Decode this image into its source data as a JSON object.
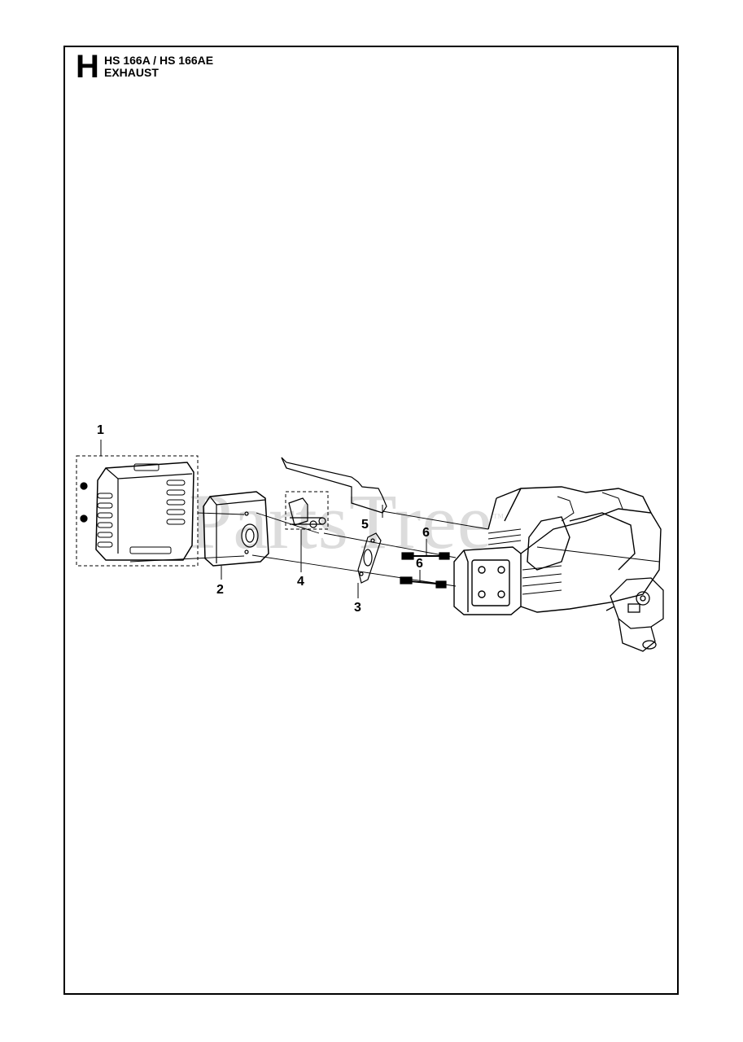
{
  "header": {
    "section_letter": "H",
    "model_line": "HS 166A / HS 166AE",
    "section_title": "EXHAUST"
  },
  "watermark": {
    "text": "PartsTree",
    "trademark": "™"
  },
  "callouts": [
    {
      "id": "1",
      "label": "1"
    },
    {
      "id": "2",
      "label": "2"
    },
    {
      "id": "3",
      "label": "3"
    },
    {
      "id": "4",
      "label": "4"
    },
    {
      "id": "5",
      "label": "5"
    },
    {
      "id": "6a",
      "label": "6"
    },
    {
      "id": "6b",
      "label": "6"
    }
  ]
}
